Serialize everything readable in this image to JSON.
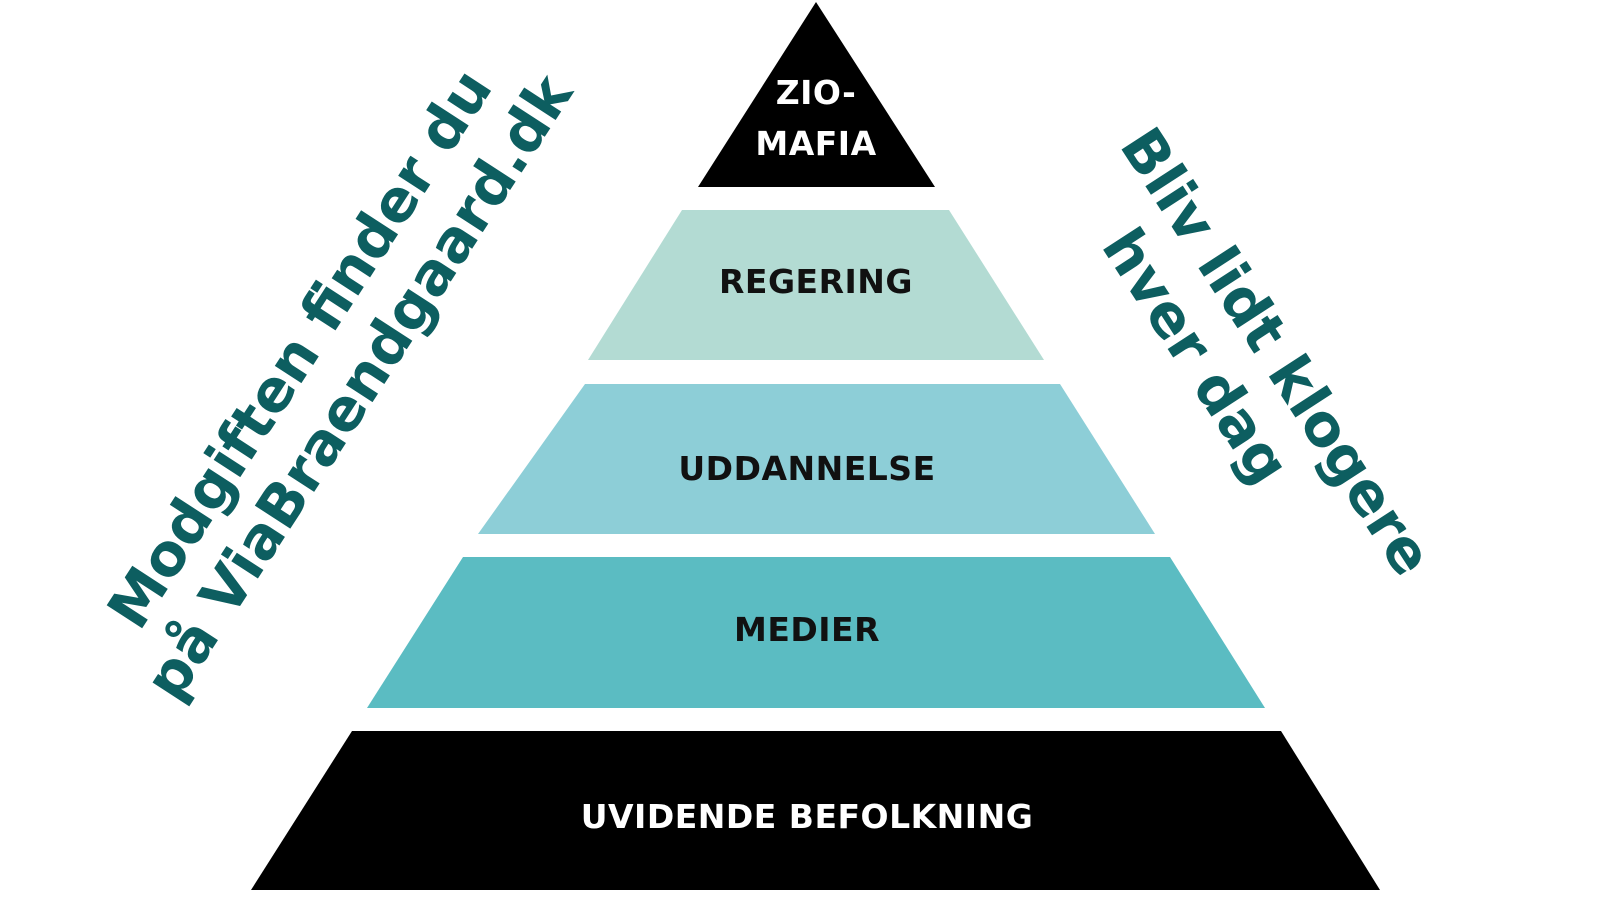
{
  "pyramid": {
    "tiers": [
      {
        "id": "top",
        "lines": [
          "ZIO-",
          "MAFIA"
        ],
        "fill": "#000000",
        "text_color": "#ffffff"
      },
      {
        "id": "regering",
        "lines": [
          "REGERING"
        ],
        "fill": "#b3dbd3",
        "text_color": "#111111"
      },
      {
        "id": "uddannelse",
        "lines": [
          "UDDANNELSE"
        ],
        "fill": "#8dced7",
        "text_color": "#111111"
      },
      {
        "id": "medier",
        "lines": [
          "MEDIER"
        ],
        "fill": "#5bbcc2",
        "text_color": "#111111"
      },
      {
        "id": "base",
        "lines": [
          "UVIDENDE BEFOLKNING"
        ],
        "fill": "#000000",
        "text_color": "#ffffff"
      }
    ]
  },
  "left_caption": {
    "line1": "Modgiften finder du",
    "line2": "på ViaBraendgaard.dk",
    "color": "#0d5e60"
  },
  "right_caption": {
    "line1": "Bliv lidt klogere",
    "line2": "hver dag",
    "color": "#0d5e60"
  }
}
